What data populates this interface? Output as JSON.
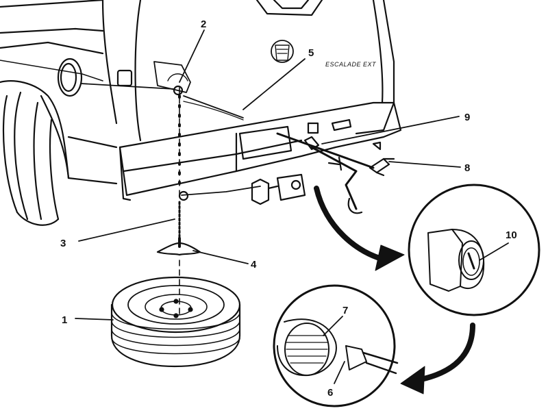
{
  "diagram": {
    "vehicle_badge": "ESCALADE EXT",
    "callouts": [
      "1",
      "2",
      "3",
      "4",
      "5",
      "6",
      "7",
      "8",
      "9",
      "10"
    ]
  }
}
